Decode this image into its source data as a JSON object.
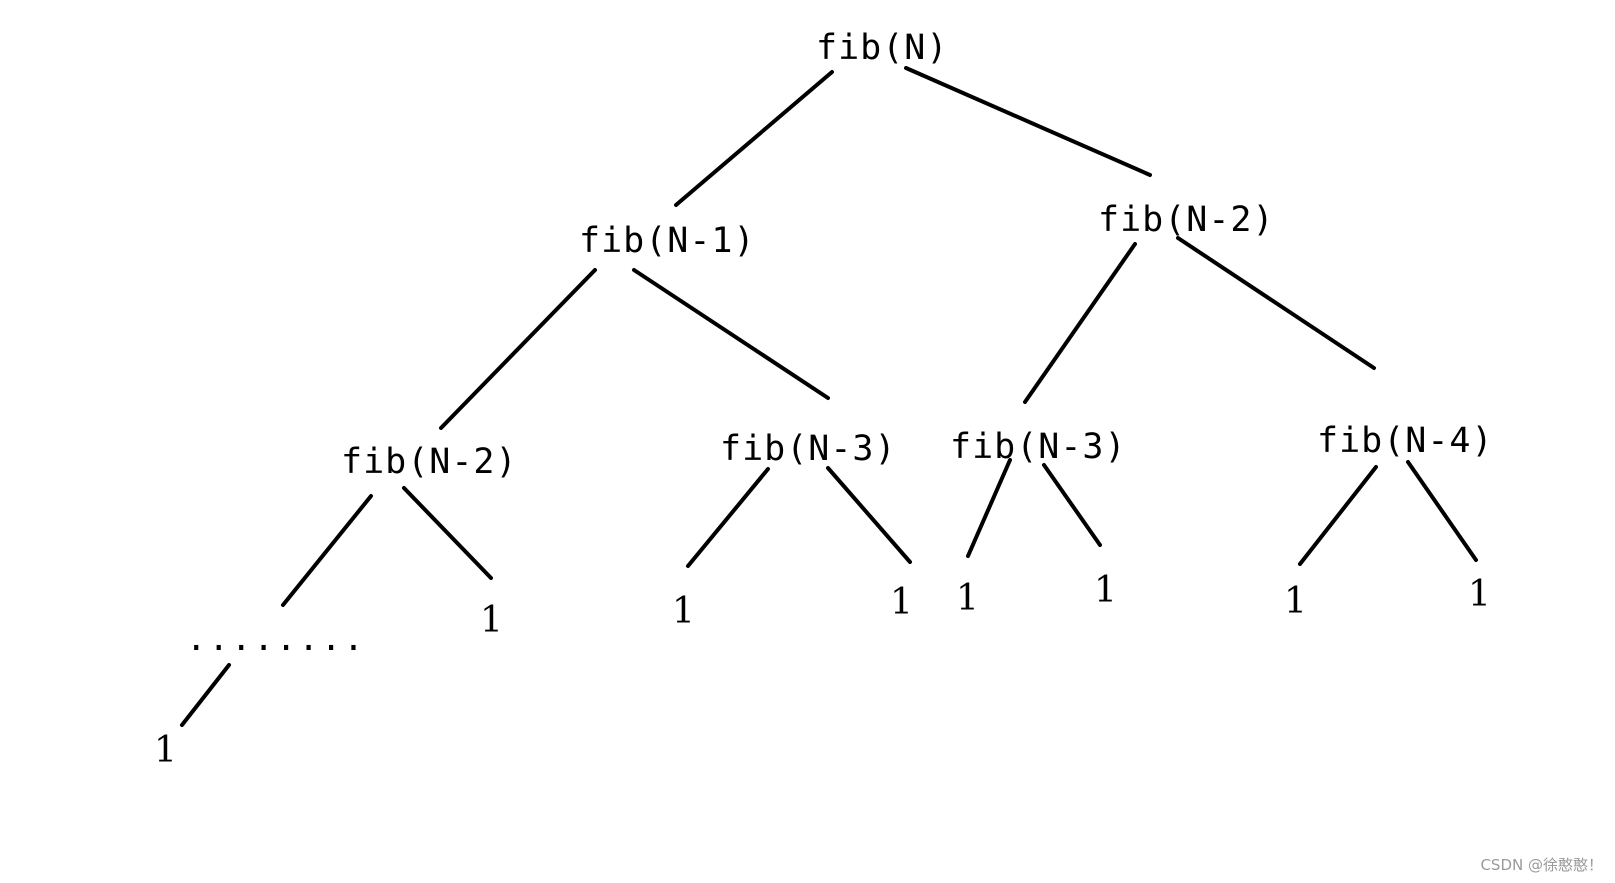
{
  "tree": {
    "root": "fib(N)",
    "level1": {
      "left": "fib(N-1)",
      "right": "fib(N-2)"
    },
    "level2": {
      "ll": "fib(N-2)",
      "lr": "fib(N-3)",
      "rl": "fib(N-3)",
      "rr": "fib(N-4)"
    },
    "continuation": "........",
    "leaf_value": "1"
  },
  "watermark": "CSDN @徐憨憨！"
}
